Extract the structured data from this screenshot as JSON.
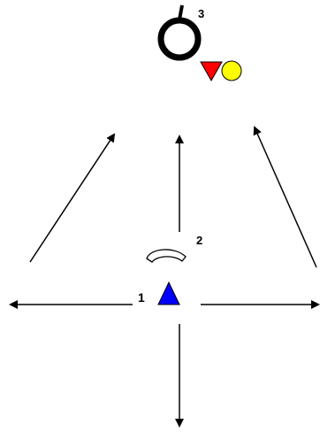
{
  "diagram": {
    "labels": {
      "position_1": "1",
      "position_2": "2",
      "position_3": "3"
    },
    "icons": {
      "player": "blue-triangle",
      "phone": "telephone-handset",
      "target_ring": "ring-with-stem",
      "marker_triangle": "red-down-triangle",
      "marker_circle": "yellow-circle"
    },
    "colors": {
      "player_triangle": "#0000ff",
      "marker_triangle": "#ff0000",
      "marker_circle": "#ffff00",
      "stroke": "#000000",
      "background": "#ffffff"
    }
  }
}
